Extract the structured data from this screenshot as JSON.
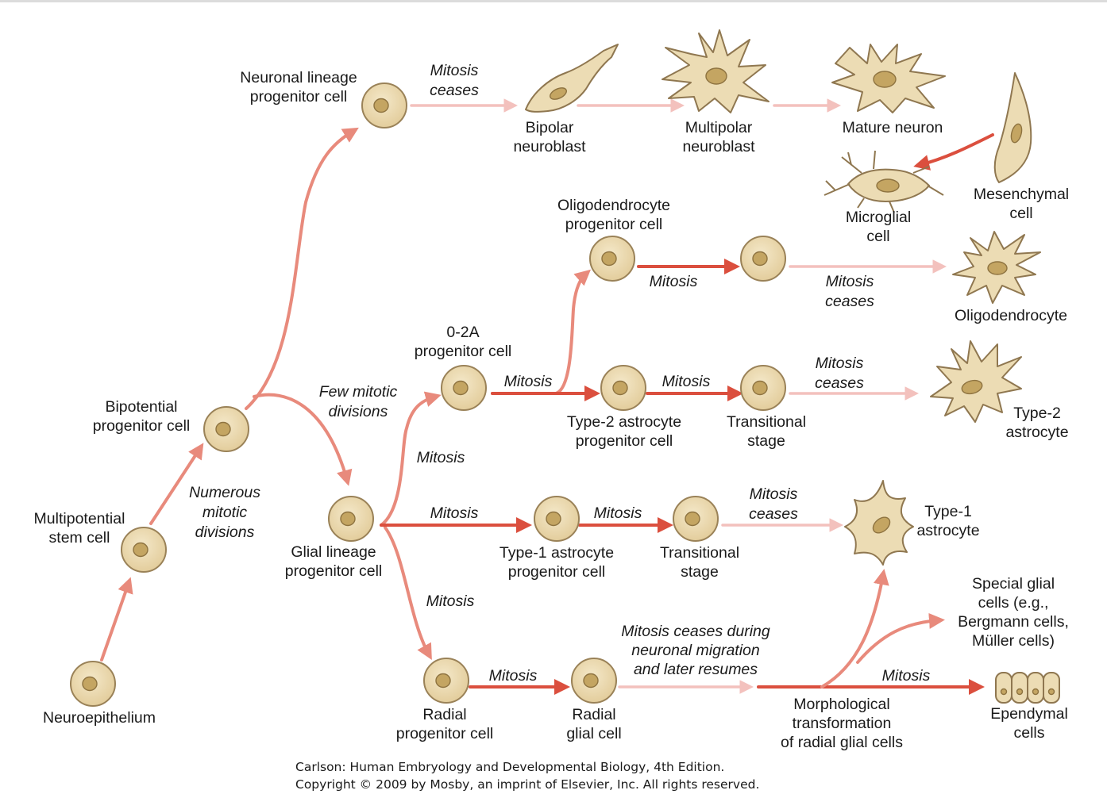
{
  "labels": {
    "neuroepithelium": "Neuroepithelium",
    "multipotential_1": "Multipotential",
    "multipotential_2": "stem cell",
    "bipotential_1": "Bipotential",
    "bipotential_2": "progenitor cell",
    "neuronal_1": "Neuronal lineage",
    "neuronal_2": "progenitor cell",
    "glial_1": "Glial lineage",
    "glial_2": "progenitor cell",
    "o2a_1": "0-2A",
    "o2a_2": "progenitor cell",
    "oligo_prog_1": "Oligodendrocyte",
    "oligo_prog_2": "progenitor cell",
    "oligodendrocyte": "Oligodendrocyte",
    "bipolar_1": "Bipolar",
    "bipolar_2": "neuroblast",
    "multipolar_1": "Multipolar",
    "multipolar_2": "neuroblast",
    "mature_neuron": "Mature neuron",
    "mesenchymal_1": "Mesenchymal",
    "mesenchymal_2": "cell",
    "microglial_1": "Microglial",
    "microglial_2": "cell",
    "type2_prog_1": "Type-2 astrocyte",
    "type2_prog_2": "progenitor cell",
    "transitional_a_1": "Transitional",
    "transitional_a_2": "stage",
    "type2_astro_1": "Type-2",
    "type2_astro_2": "astrocyte",
    "type1_prog_1": "Type-1 astrocyte",
    "type1_prog_2": "progenitor cell",
    "transitional_b_1": "Transitional",
    "transitional_b_2": "stage",
    "type1_astro_1": "Type-1",
    "type1_astro_2": "astrocyte",
    "radial_prog_1": "Radial",
    "radial_prog_2": "progenitor cell",
    "radial_glial_1": "Radial",
    "radial_glial_2": "glial cell",
    "morph_1": "Morphological",
    "morph_2": "transformation",
    "morph_3": "of radial glial cells",
    "special_1": "Special glial",
    "special_2": "cells (e.g.,",
    "special_3": "Bergmann cells,",
    "special_4": "Müller cells)",
    "ependymal_1": "Ependymal",
    "ependymal_2": "cells"
  },
  "annotations": {
    "numerous_1": "Numerous",
    "numerous_2": "mitotic",
    "numerous_3": "divisions",
    "few_1": "Few mitotic",
    "few_2": "divisions",
    "mitosis_ceases_neuron_1": "Mitosis",
    "mitosis_ceases_neuron_2": "ceases",
    "mitosis_oligo": "Mitosis",
    "mitosis_ceases_oligo_1": "Mitosis",
    "mitosis_ceases_oligo_2": "ceases",
    "mitosis_o2a": "Mitosis",
    "mitosis_type2": "Mitosis",
    "mitosis_ceases_type2_1": "Mitosis",
    "mitosis_ceases_type2_2": "ceases",
    "mitosis_glial_up": "Mitosis",
    "mitosis_glial_mid": "Mitosis",
    "mitosis_type1": "Mitosis",
    "mitosis_ceases_type1_1": "Mitosis",
    "mitosis_ceases_type1_2": "ceases",
    "mitosis_glial_down": "Mitosis",
    "mitosis_radial": "Mitosis",
    "radial_ceases_1": "Mitosis ceases during",
    "radial_ceases_2": "neuronal migration",
    "radial_ceases_3": "and later resumes",
    "mitosis_ependymal": "Mitosis"
  },
  "caption": {
    "line1": "Carlson: Human Embryology and Developmental Biology, 4th Edition.",
    "line2": "Copyright © 2009 by Mosby, an imprint of Elsevier, Inc. All rights reserved."
  },
  "colors": {
    "cell_fill": "#eddcb5",
    "nucleus": "#c4a562",
    "arrow_proliferative": "#e88a7c",
    "arrow_ceased": "#f3c1bd",
    "arrow_mitosis": "#db4f3e"
  }
}
